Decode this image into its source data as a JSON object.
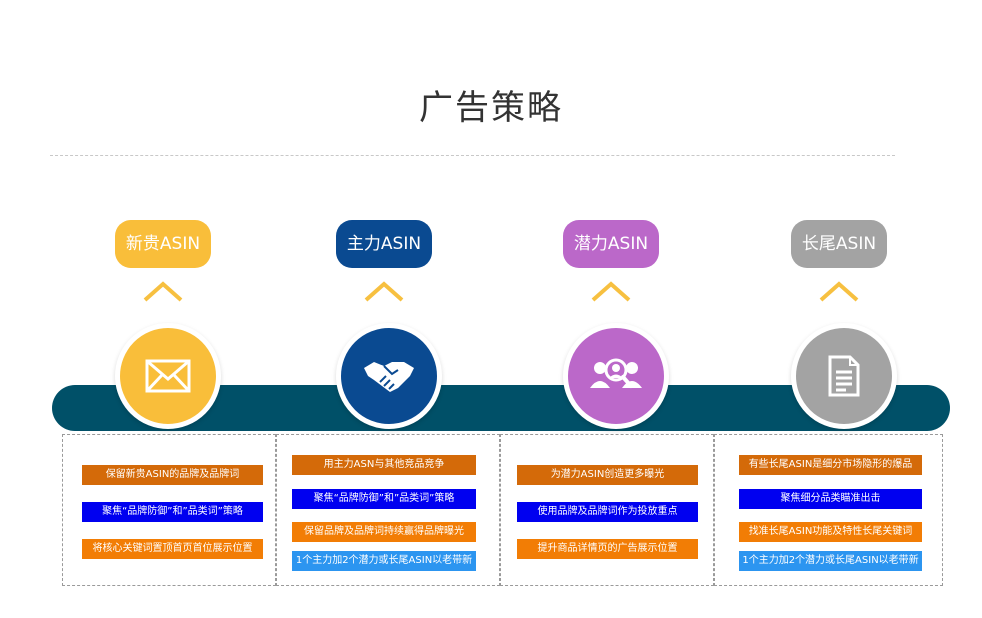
{
  "title": "广告策略",
  "columns": [
    {
      "label": "新贵ASIN",
      "color": "#f9be3a",
      "icon": "envelope-icon",
      "items": [
        {
          "text": "保留新贵ASIN的品牌及品牌词",
          "color": "#d46a09"
        },
        {
          "text": "聚焦“品牌防御”和”品类词”策略",
          "color": "#0000f0"
        },
        {
          "text": "将核心关键词置顶首页首位展示位置",
          "color": "#f27d05"
        }
      ]
    },
    {
      "label": "主力ASIN",
      "color": "#0a4a91",
      "icon": "handshake-icon",
      "items": [
        {
          "text": "用主力ASN与其他竞品竞争",
          "color": "#d46a09"
        },
        {
          "text": "聚焦“品牌防御”和”品类词”策略",
          "color": "#0000f0"
        },
        {
          "text": "保留品牌及品牌词持续赢得品牌曝光",
          "color": "#f27d05"
        },
        {
          "text": "1个主力加2个潜力或长尾ASIN以老带新",
          "color": "#2c95f0"
        }
      ]
    },
    {
      "label": "潜力ASIN",
      "color": "#bb68c9",
      "icon": "users-search-icon",
      "items": [
        {
          "text": "为潜力ASIN创造更多曝光",
          "color": "#d46a09"
        },
        {
          "text": "使用品牌及品牌词作为投放重点",
          "color": "#0000f0"
        },
        {
          "text": "提升商品详情页的广告展示位置",
          "color": "#f27d05"
        }
      ]
    },
    {
      "label": "长尾ASIN",
      "color": "#a3a3a3",
      "icon": "document-icon",
      "items": [
        {
          "text": "有些长尾ASIN是细分市场隐形的爆品",
          "color": "#d46a09"
        },
        {
          "text": "聚焦细分品类瞄准出击",
          "color": "#0000f0"
        },
        {
          "text": "找准长尾ASIN功能及特性长尾关键词",
          "color": "#f27d05"
        },
        {
          "text": "1个主力加2个潜力或长尾ASIN以老带新",
          "color": "#2c95f0"
        }
      ]
    }
  ],
  "chevron_color": "#f7c040"
}
